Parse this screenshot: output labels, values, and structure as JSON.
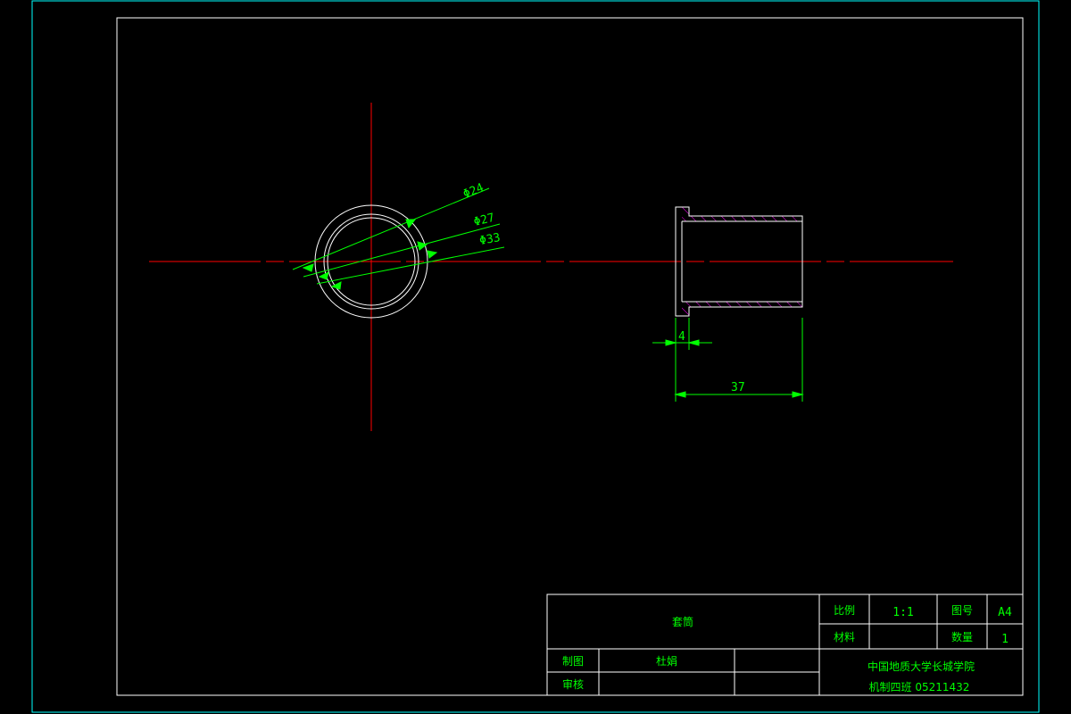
{
  "colors": {
    "background": "#000000",
    "outer_frame": "#00ffff",
    "frame": "#ffffff",
    "centerline": "#ff0000",
    "dimension": "#00ff00",
    "hatch": "#ff00ff",
    "text": "#00ff00"
  },
  "dimensions": {
    "d_inner": "Φ24",
    "d_mid": "Φ27",
    "d_outer": "Φ33",
    "flange_width": "4",
    "overall_length": "37"
  },
  "title_block": {
    "part_name": "套筒",
    "scale_label": "比例",
    "scale_value": "1:1",
    "drawing_no_label": "图号",
    "drawing_no_value": "A4",
    "material_label": "材料",
    "material_value": "",
    "quantity_label": "数量",
    "quantity_value": "1",
    "drawn_label": "制图",
    "drawn_name": "杜娟",
    "checked_label": "审核",
    "checked_name": "",
    "school": "中国地质大学长城学院",
    "class_info": "机制四班   05211432"
  }
}
